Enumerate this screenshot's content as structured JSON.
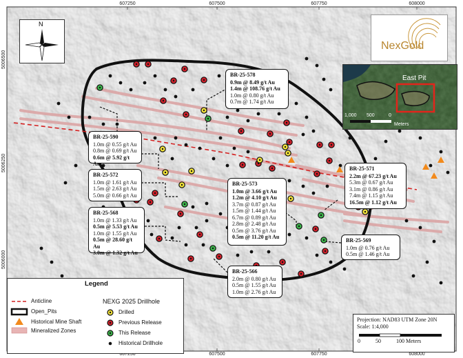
{
  "map": {
    "coords_top": [
      "607250",
      "607500",
      "607750",
      "608000"
    ],
    "coords_bottom": [
      "607250",
      "607500",
      "607750",
      "608000"
    ],
    "coords_left": [
      "5006500",
      "5006250",
      "5006000"
    ]
  },
  "north_arrow": {
    "label": "N"
  },
  "logo": {
    "text": "NexGold"
  },
  "inset": {
    "label": "East Pit",
    "scale_labels": [
      "1,000",
      "500",
      "0"
    ],
    "scale_unit": "Meters"
  },
  "callouts": [
    {
      "id": "BR-25-578",
      "lines": [
        "0.9m @ 8.49 g/t Au",
        "1.4m @ 108.76 g/t Au",
        "1.0m @ 0.80 g/t Au",
        "0.7m @ 1.74 g/t Au"
      ],
      "bold": [
        true,
        true,
        false,
        false
      ]
    },
    {
      "id": "BR-25-590",
      "lines": [
        "1.0m @ 0.55 g/t Au",
        "0.8m @ 0.69 g/t Au",
        "0.6m @ 5.92 g/t Au"
      ],
      "bold": [
        false,
        false,
        true
      ]
    },
    {
      "id": "BR-25-572",
      "lines": [
        "1.0m @ 1.61 g/t Au",
        "1.5m @ 2.63 g/t Au",
        "5.0m @ 0.66 g/t Au"
      ],
      "bold": [
        false,
        false,
        false
      ]
    },
    {
      "id": "BR-25-573",
      "lines": [
        "1.0m @ 3.66 g/t Au",
        "1.2m @ 4.10 g/t Au",
        "3.7m @ 0.87 g/t Au",
        "1.5m @ 1.44 g/t Au",
        "6.7m @ 0.89 g/t Au",
        "2.8m @ 2.48 g/t Au",
        "0.5m @ 3.76 g/t Au",
        "0.5m @ 11.20 g/t Au"
      ],
      "bold": [
        true,
        true,
        false,
        false,
        false,
        false,
        false,
        true
      ]
    },
    {
      "id": "BR-25-571",
      "lines": [
        "2.2m @ 67.23 g/t Au",
        "5.3m @ 0.67 g/t Au",
        "3.1m @ 0.86 g/t Au",
        "7.4m @ 1.15 g/t Au",
        "16.5m @ 1.12 g/t Au"
      ],
      "bold": [
        true,
        false,
        false,
        false,
        true
      ]
    },
    {
      "id": "BR-25-568",
      "lines": [
        "1.0m @ 1.33 g/t Au",
        "0.5m @ 5.53 g/t Au",
        "1.0m @ 1.55 g/t Au",
        "0.5m @ 28.60 g/t Au",
        "3.0m @ 1.32 g/t Au"
      ],
      "bold": [
        false,
        true,
        false,
        true,
        true
      ]
    },
    {
      "id": "BR-25-569",
      "lines": [
        "1.0m @ 0.76 g/t Au",
        "0.5m @ 1.46 g/t Au"
      ],
      "bold": [
        false,
        false
      ]
    },
    {
      "id": "BR-25-566",
      "lines": [
        "2.0m @ 0.80 g/t Au",
        "0.5m @ 1.55 g/t Au",
        "1.0m @ 2.76 g/t Au"
      ],
      "bold": [
        false,
        false,
        false
      ]
    }
  ],
  "legend": {
    "title": "Legend",
    "anticline": "Anticline",
    "open_pits": "Open_Pits",
    "mine_shaft": "Historical Mine Shaft",
    "mineralized": "Mineralized Zones",
    "drill_title": "NEXG 2025 Drillhole",
    "drilled": "Drilled",
    "previous": "Previous Release",
    "this_release": "This Release",
    "historical": "Historical Drillhole"
  },
  "projection": {
    "line1": "Projection: NAD83 UTM Zone 20N",
    "line2": "Scale: 1:4,000",
    "scale_labels": [
      "0",
      "50",
      "100 Meters"
    ]
  },
  "colors": {
    "pit": "#111111",
    "previous": "#d0202a",
    "this_release": "#3cb44b",
    "drilled": "#f2e23a",
    "anticline": "#d42020",
    "mineralized": "#e8b4b4",
    "shaft": "#f28a1c"
  }
}
